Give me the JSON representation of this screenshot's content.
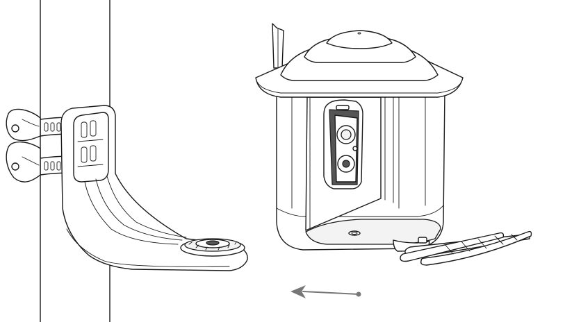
{
  "diagram": {
    "components": [
      "pole",
      "hose-clamp-upper",
      "hose-clamp-lower",
      "wall-bracket",
      "bracket-mount-disc",
      "bird-feeder",
      "feeder-roof",
      "feeder-antenna",
      "feeder-camera",
      "feeder-perch"
    ],
    "instruction": "slide-feeder-onto-bracket",
    "arrow_direction": "left",
    "colors": {
      "line": "#1a1a1a",
      "fill": "#ffffff",
      "shade": "#f3f3f3",
      "arrow": "#777777"
    }
  }
}
